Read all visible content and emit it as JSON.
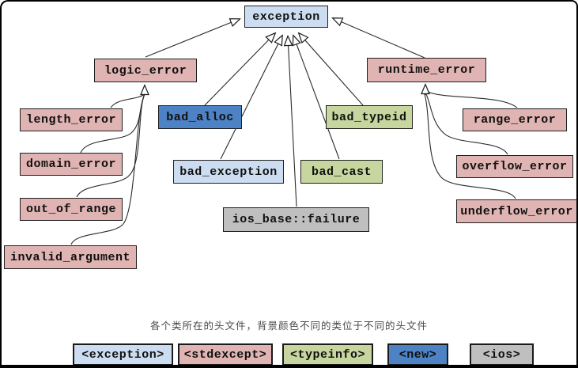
{
  "caption": "各个类所在的头文件，背景颜色不同的类位于不同的头文件",
  "nodes": {
    "exception": {
      "label": "exception",
      "header": "<exception>"
    },
    "logic_error": {
      "label": "logic_error",
      "header": "<stdexcept>"
    },
    "runtime_error": {
      "label": "runtime_error",
      "header": "<stdexcept>"
    },
    "length_error": {
      "label": "length_error",
      "header": "<stdexcept>"
    },
    "domain_error": {
      "label": "domain_error",
      "header": "<stdexcept>"
    },
    "out_of_range": {
      "label": "out_of_range",
      "header": "<stdexcept>"
    },
    "invalid_argument": {
      "label": "invalid_argument",
      "header": "<stdexcept>"
    },
    "bad_alloc": {
      "label": "bad_alloc",
      "header": "<new>"
    },
    "bad_exception": {
      "label": "bad_exception",
      "header": "<exception>"
    },
    "bad_typeid": {
      "label": "bad_typeid",
      "header": "<typeinfo>"
    },
    "bad_cast": {
      "label": "bad_cast",
      "header": "<typeinfo>"
    },
    "ios_base_failure": {
      "label": "ios_base::failure",
      "header": "<ios>"
    },
    "range_error": {
      "label": "range_error",
      "header": "<stdexcept>"
    },
    "overflow_error": {
      "label": "overflow_error",
      "header": "<stdexcept>"
    },
    "underflow_error": {
      "label": "underflow_error",
      "header": "<stdexcept>"
    }
  },
  "legend": {
    "exception_header": "<exception>",
    "stdexcept_header": "<stdexcept>",
    "typeinfo_header": "<typeinfo>",
    "new_header": "<new>",
    "ios_header": "<ios>"
  },
  "colors": {
    "exception_header": "#cdddf1",
    "stdexcept_header": "#e0b4b2",
    "typeinfo_header": "#c6d69e",
    "new_header": "#4d82c4",
    "ios_header": "#bfbfbf",
    "line": "#2b2b2b"
  }
}
